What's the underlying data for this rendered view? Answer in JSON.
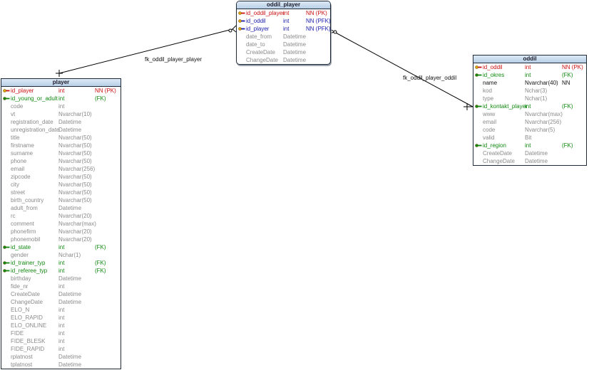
{
  "diagram": {
    "tables": [
      {
        "id": "oddil_player",
        "title": "oddil_player",
        "rounded": true,
        "columns": [
          {
            "name": "id_oddil_player",
            "type": "int",
            "constraint": "NN (PK)",
            "kind": "pk"
          },
          {
            "name": "id_oddil",
            "type": "int",
            "constraint": "NN (PFK)",
            "kind": "pfk"
          },
          {
            "name": "id_player",
            "type": "int",
            "constraint": "NN (PFK)",
            "kind": "pfk"
          },
          {
            "name": "date_from",
            "type": "Datetime",
            "constraint": "",
            "kind": "plain"
          },
          {
            "name": "date_to",
            "type": "Datetime",
            "constraint": "",
            "kind": "plain"
          },
          {
            "name": "CreateDate",
            "type": "Datetime",
            "constraint": "",
            "kind": "plain"
          },
          {
            "name": "ChangeDate",
            "type": "Datetime",
            "constraint": "",
            "kind": "plain"
          }
        ]
      },
      {
        "id": "player",
        "title": "player",
        "rounded": false,
        "columns": [
          {
            "name": "id_player",
            "type": "int",
            "constraint": "NN (PK)",
            "kind": "pk"
          },
          {
            "name": "id_young_or_adult",
            "type": "int",
            "constraint": "(FK)",
            "kind": "fk"
          },
          {
            "name": "code",
            "type": "int",
            "constraint": "",
            "kind": "plain"
          },
          {
            "name": "vt",
            "type": "Nvarchar(10)",
            "constraint": "",
            "kind": "plain"
          },
          {
            "name": "registration_date",
            "type": "Datetime",
            "constraint": "",
            "kind": "plain"
          },
          {
            "name": "unregistration_date",
            "type": "Datetime",
            "constraint": "",
            "kind": "plain"
          },
          {
            "name": "title",
            "type": "Nvarchar(50)",
            "constraint": "",
            "kind": "plain"
          },
          {
            "name": "firstname",
            "type": "Nvarchar(50)",
            "constraint": "",
            "kind": "plain"
          },
          {
            "name": "surname",
            "type": "Nvarchar(50)",
            "constraint": "",
            "kind": "plain"
          },
          {
            "name": "phone",
            "type": "Nvarchar(50)",
            "constraint": "",
            "kind": "plain"
          },
          {
            "name": "email",
            "type": "Nvarchar(256)",
            "constraint": "",
            "kind": "plain"
          },
          {
            "name": "zipcode",
            "type": "Nvarchar(50)",
            "constraint": "",
            "kind": "plain"
          },
          {
            "name": "city",
            "type": "Nvarchar(50)",
            "constraint": "",
            "kind": "plain"
          },
          {
            "name": "street",
            "type": "Nvarchar(50)",
            "constraint": "",
            "kind": "plain"
          },
          {
            "name": "birth_country",
            "type": "Nvarchar(50)",
            "constraint": "",
            "kind": "plain"
          },
          {
            "name": "adult_from",
            "type": "Datetime",
            "constraint": "",
            "kind": "plain"
          },
          {
            "name": "rc",
            "type": "Nvarchar(20)",
            "constraint": "",
            "kind": "plain"
          },
          {
            "name": "comment",
            "type": "Nvarchar(max)",
            "constraint": "",
            "kind": "plain"
          },
          {
            "name": "phonefirm",
            "type": "Nvarchar(20)",
            "constraint": "",
            "kind": "plain"
          },
          {
            "name": "phonemobil",
            "type": "Nvarchar(20)",
            "constraint": "",
            "kind": "plain"
          },
          {
            "name": "id_state",
            "type": "int",
            "constraint": "(FK)",
            "kind": "fk"
          },
          {
            "name": "gender",
            "type": "Nchar(1)",
            "constraint": "",
            "kind": "plain"
          },
          {
            "name": "id_trainer_typ",
            "type": "int",
            "constraint": "(FK)",
            "kind": "fk"
          },
          {
            "name": "id_referee_typ",
            "type": "int",
            "constraint": "(FK)",
            "kind": "fk"
          },
          {
            "name": "birthday",
            "type": "Datetime",
            "constraint": "",
            "kind": "plain"
          },
          {
            "name": "fide_nr",
            "type": "int",
            "constraint": "",
            "kind": "plain"
          },
          {
            "name": "CreateDate",
            "type": "Datetime",
            "constraint": "",
            "kind": "plain"
          },
          {
            "name": "ChangeDate",
            "type": "Datetime",
            "constraint": "",
            "kind": "plain"
          },
          {
            "name": "ELO_N",
            "type": "int",
            "constraint": "",
            "kind": "plain"
          },
          {
            "name": "ELO_RAPID",
            "type": "int",
            "constraint": "",
            "kind": "plain"
          },
          {
            "name": "ELO_ONLINE",
            "type": "int",
            "constraint": "",
            "kind": "plain"
          },
          {
            "name": "FIDE",
            "type": "int",
            "constraint": "",
            "kind": "plain"
          },
          {
            "name": "FIDE_BLESK",
            "type": "int",
            "constraint": "",
            "kind": "plain"
          },
          {
            "name": "FIDE_RAPID",
            "type": "int",
            "constraint": "",
            "kind": "plain"
          },
          {
            "name": "rplatnost",
            "type": "Datetime",
            "constraint": "",
            "kind": "plain"
          },
          {
            "name": "tplatnost",
            "type": "Datetime",
            "constraint": "",
            "kind": "plain"
          }
        ]
      },
      {
        "id": "oddil",
        "title": "oddil",
        "rounded": false,
        "columns": [
          {
            "name": "id_oddil",
            "type": "int",
            "constraint": "NN (PK)",
            "kind": "pk"
          },
          {
            "name": "id_okres",
            "type": "int",
            "constraint": "(FK)",
            "kind": "fk"
          },
          {
            "name": "name",
            "type": "Nvarchar(40)",
            "constraint": "NN",
            "kind": "nn"
          },
          {
            "name": "kod",
            "type": "Nchar(3)",
            "constraint": "",
            "kind": "plain"
          },
          {
            "name": "type",
            "type": "Nchar(1)",
            "constraint": "",
            "kind": "plain"
          },
          {
            "name": "id_kontakt_player",
            "type": "int",
            "constraint": "(FK)",
            "kind": "fk"
          },
          {
            "name": "www",
            "type": "Nvarchar(max)",
            "constraint": "",
            "kind": "plain"
          },
          {
            "name": "email",
            "type": "Nvarchar(256)",
            "constraint": "",
            "kind": "plain"
          },
          {
            "name": "code",
            "type": "Nvarchar(5)",
            "constraint": "",
            "kind": "plain"
          },
          {
            "name": "valid",
            "type": "Bit",
            "constraint": "",
            "kind": "plain"
          },
          {
            "name": "id_region",
            "type": "int",
            "constraint": "(FK)",
            "kind": "fk"
          },
          {
            "name": "CreateDate",
            "type": "Datetime",
            "constraint": "",
            "kind": "plain"
          },
          {
            "name": "ChangeDate",
            "type": "Datetime",
            "constraint": "",
            "kind": "plain"
          }
        ]
      }
    ],
    "relationships": [
      {
        "id": "fk_oddil_player_player",
        "label": "fk_oddil_player_player"
      },
      {
        "id": "fk_oddil_player_oddil",
        "label": "fk_oddil_player_oddil"
      }
    ],
    "colors": {
      "pk": "#cc1111",
      "fk": "#118811",
      "pfk": "#1a1aaa",
      "plain": "#8a8a8a",
      "header_top": "#dce9f6",
      "header_bottom": "#b8cfe6",
      "border": "#1e2a38",
      "line": "#000000"
    },
    "icons": {
      "pk": "key-icon-gold-red",
      "fk": "key-icon-green",
      "pfk": "key-icon-gold-blue"
    }
  }
}
